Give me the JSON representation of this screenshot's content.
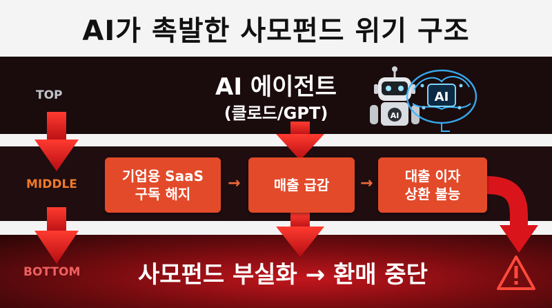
{
  "title": "AI가 촉발한 사모펀드 위기 구조",
  "levels": {
    "top": "TOP",
    "middle": "MIDDLE",
    "bottom": "BOTTOM"
  },
  "agent": {
    "title": "AI 에이전트",
    "subtitle": "(클로드/GPT)",
    "icon_label": "AI",
    "robot_label": "AI"
  },
  "boxes": {
    "saas_line1": "기업용 SaaS",
    "saas_line2": "구독 해지",
    "revenue": "매출 급감",
    "loan_line1": "대출 이자",
    "loan_line2": "상환 불능"
  },
  "bottom": {
    "text": "사모펀드 부실화 → 환매 중단"
  },
  "icons": [
    "robot-icon",
    "brain-icon",
    "warning-icon"
  ],
  "colors": {
    "box": "#e24a2a",
    "arrow": "#d9151b",
    "dark": "#1a0b0d"
  }
}
